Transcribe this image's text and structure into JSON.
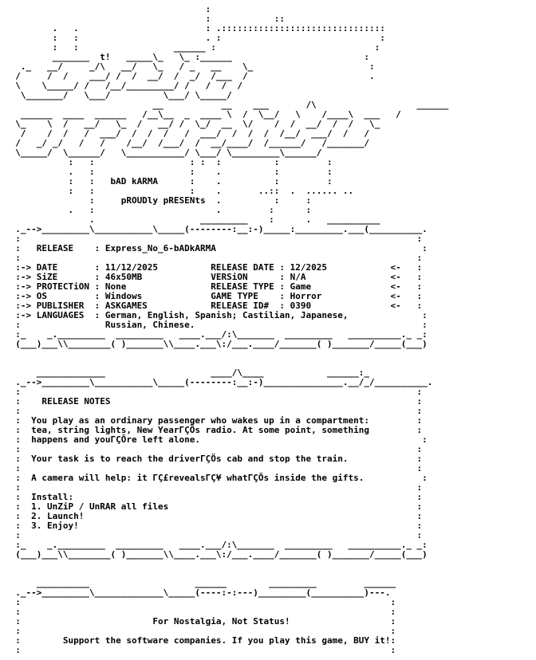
{
  "nfo": {
    "lines": [
      "                                      :",
      "                                      :            ::",
      "         .   .                        : .:::::::::::::::::::::::::::::::",
      "         :   :                        . :                              :",
      "         :   :                  ______ :                              :",
      "         _______  t!   _____\\_   \\_ :______                         :",
      "   ._   __/     _/\\   __/   \\_   / _   __    \\_                      :",
      "  /     /  /    ___/ /  /  __/  /  _/  /___  /                       .",
      "  \\    \\_____/ /   /__/_________/ /   /  /  /",
      "   \\_______/   \\___/          \\___/ \\_____/",
      "                            __           __    ___       /\\                   ______",
      "   ______  ____  ______   /__\\__  _  ____ \\  /  \\__/   \\    /____\\  ___   /",
      "  \\_    \\  /   __/   \\_  /   __/ /  \\_/  __  \\/    /  /  __/  /  /   \\_",
      "   /    /  /   /  ___/  /  /  /   /  ___/  /  /  /  /__/  ___/  /   /",
      "  /   _/ _/   /   /    /__/  /___/  /  __/____/  /______/   /_______/",
      "  \\_____/  \\______/   \\___________/ \\___/ \\_________\\______/",
      "            :   :                  : :  :          :         :",
      "            .   :                  :    .          :         :",
      "            :   :   bAD kARMA      :    .          :         :",
      "            :   :                  :    .       ..::  .  ...... ..",
      "                :     pROUDly pRESENts  .          :     :",
      "            .   :                       .         :      :",
      "                .                    _________    :      .   __________",
      "  ._-->_________\\___________\\_____(--------:__:-)_____:_________.___(__________.",
      "  :                                                                           :",
      "  :   RELEASE    : Express_No_6-bADkARMA                                       :",
      "  :                                                                           :",
      "  :-> DATE       : 11/12/2025          RELEASE DATE : 12/2025            <-   :",
      "  :-> SiZE       : 46x50MB             VERSiON      : N/A                <-   :",
      "  :-> PROTECTiON : None                RELEASE TYPE : Game               <-   :",
      "  :-> OS         : Windows             GAME TYPE    : Horror             <-   :",
      "  :-> PUBLISHER  : ASKGAMES            RELEASE ID#  : 0390               <-   :",
      "  :-> LANGUAGES  : German, English, Spanish; Castilian, Japanese,              :",
      "  :                Russian, Chinese.                                           :",
      "  :_    _._________  _________   ____.___/:\\_______  _________   __________._ _:",
      "  (___)___\\\\________( )_______\\\\____.___\\:/___.____/_______( )_______/_____(___)",
      "",
      "",
      "      _____________                    ____/\\____            ______:_",
      "  ._-->_________\\___________\\_____(--------:__:-)_______________.__/_/__________.",
      "  :                                                                           :",
      "  :    RELEASE NOTES                                                          :",
      "  :                                                                           :",
      "  :  You play as an ordinary passenger who wakes up in a compartment:         :",
      "  :  tea, string lights, New YearΓÇÖs radio. At some point, something         :",
      "  :  happens and youΓÇÖre left alone.                                          :",
      "  :                                                                           :",
      "  :  Your task is to reach the driverΓÇÖs cab and stop the train.             :",
      "  :                                                                           :",
      "  :  A camera will help: it ΓÇ£revealsΓÇ¥ whatΓÇÖs inside the gifts.           :",
      "  :                                                                           :",
      "  :  Install:                                                                 :",
      "  :  1. UnZiP / UnRAR all files                                               :",
      "  :  2. Launch!                                                               :",
      "  :  3. Enjoy!                                                                :",
      "  :                                                                           :",
      "  :_    _._________  _________   ____.___/:\\_______  _________   __________._ _:",
      "  (___)___\\\\________( )_______\\\\____.___\\:/___.____/_______( )_______/_____(___)",
      "",
      "",
      "      __________                    ______        _________         ______",
      "  ._-->_________\\_____________\\_____(----:-:---)_________(__________)---.",
      "  :                                                                      :",
      "  :                                                                      :",
      "  :                         For Nostalgia, Not Status!                   :",
      "  :                                                                      :",
      "  :        Support the software companies. If you play this game, BUY it!:",
      "  :                                                                      :",
      "  :_    _.________  ____.___  ____.__/:\\________  ________  ______._    _:",
      "  (____)/-------\\\\____.___(---------------)_______\\_____/______(___)"
    ]
  }
}
